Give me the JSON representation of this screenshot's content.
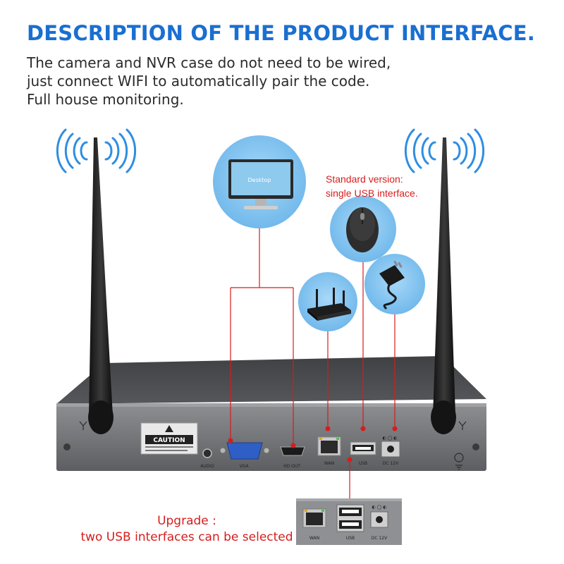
{
  "heading": "DESCRIPTION OF THE PRODUCT INTERFACE.",
  "description": {
    "line1": "The camera and NVR case do not need to be wired,",
    "line2": "just connect WIFI to automatically pair the code.",
    "line3": "Full house monitoring."
  },
  "monitor": {
    "screen_text": "Desktop"
  },
  "standard_note": {
    "line1": "Standard version:",
    "line2": "single USB interface."
  },
  "upgrade_note": {
    "line1": "Upgrade :",
    "line2": "two USB interfaces can be selected"
  },
  "caution_label": "CAUTION",
  "ports": {
    "audio": "AUDIO",
    "vga": "VGA",
    "hdout": "HD OUT",
    "wan": "WAN",
    "usb": "USB",
    "dc": "DC 12V"
  },
  "inset_ports": {
    "wan": "WAN",
    "usb": "USB",
    "dc": "DC 12V"
  },
  "colors": {
    "heading": "#1a6fd0",
    "accent_red": "#d81c1c",
    "bubble": "#7cc0ee",
    "device_body": "#6f7174"
  }
}
